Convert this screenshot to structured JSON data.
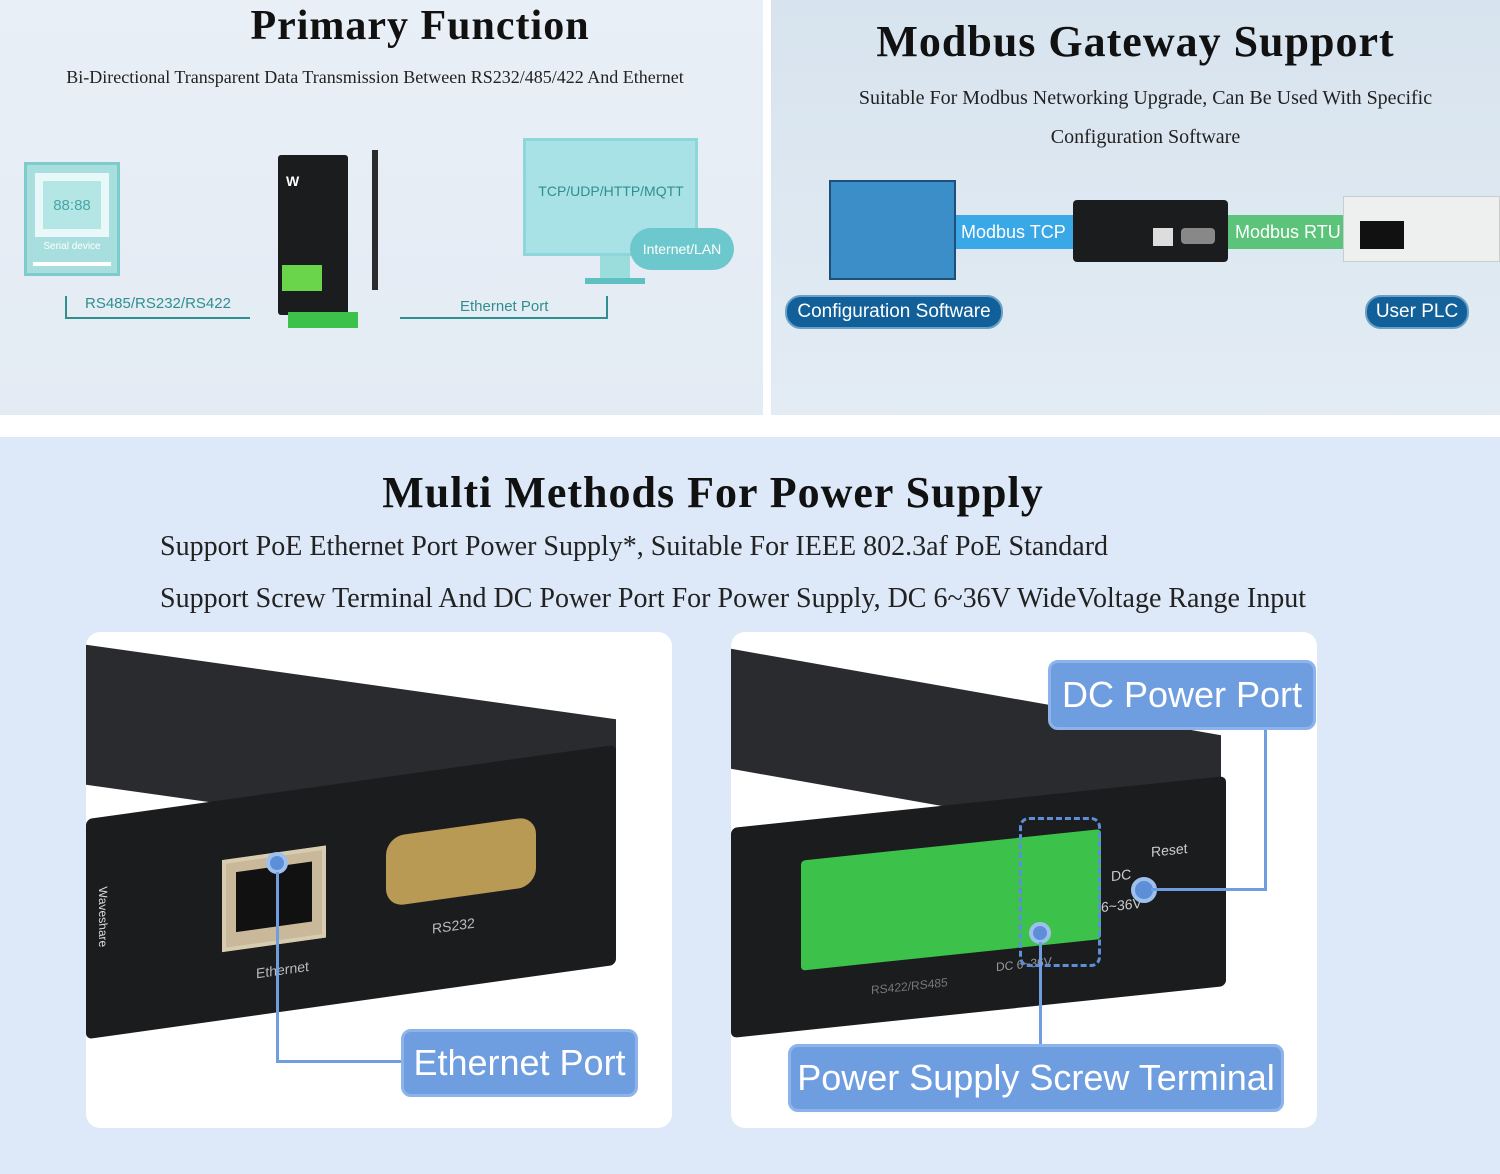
{
  "primary": {
    "title": "Primary Function",
    "subtitle": "Bi-Directional Transparent Data Transmission Between RS232/485/422 And Ethernet",
    "serial_display": "88:88",
    "serial_label": "Serial device",
    "serial_ports": "RS485/RS232/RS422",
    "protocols": "TCP/UDP/HTTP/MQTT",
    "cloud_label": "Internet/LAN",
    "ethernet_label": "Ethernet Port"
  },
  "modbus": {
    "title": "Modbus Gateway Support",
    "subtitle_line1": "Suitable For Modbus Networking Upgrade, Can Be Used With Specific",
    "subtitle_line2": "Configuration Software",
    "tcp_label": "Modbus TCP",
    "rtu_label": "Modbus RTU",
    "software_label": "Configuration Software",
    "plc_label": "User PLC"
  },
  "power": {
    "title": "Multi Methods For Power Supply",
    "line1": "Support PoE Ethernet Port Power Supply*, Suitable For IEEE 802.3af PoE Standard",
    "line2": "Support Screw Terminal And DC Power Port For Power Supply, DC 6~36V WideVoltage Range Input",
    "left_card": {
      "brand": "Waveshare",
      "port1": "Ethernet",
      "port2": "RS232",
      "callout": "Ethernet Port"
    },
    "right_card": {
      "reset": "Reset",
      "dc": "DC",
      "voltage": "6~36V",
      "terminal_label": "RS422/RS485",
      "dc_label": "DC 6~36V",
      "callout_top": "DC Power Port",
      "callout_bottom": "Power Supply Screw Terminal"
    }
  },
  "colors": {
    "teal": "#2f8f8f",
    "callout": "#6f9ee0",
    "pill": "#12609a",
    "modbus_tcp": "#3aa8e6",
    "modbus_rtu": "#5cc47a",
    "terminal_green": "#3cc24a"
  }
}
